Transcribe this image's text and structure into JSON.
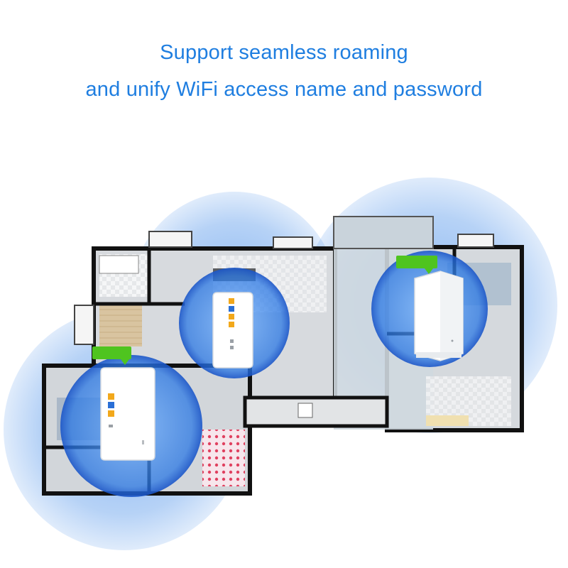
{
  "headline": {
    "line1": "Support seamless roaming",
    "line2": "and unify WiFi access name and password"
  },
  "colors": {
    "headline_text": "#1f7ee0",
    "coverage_bubble": "#2f7fe6",
    "coverage_core": "#1d5fd0",
    "wall": "#111111",
    "floor": "#cfd3d8",
    "router_body": "#ffffff",
    "status_tag": "#4fc41f",
    "port_yellow": "#f2a81b",
    "port_blue": "#2a6fd6"
  },
  "scene": {
    "routers": [
      {
        "name": "router-left",
        "status_tag": true
      },
      {
        "name": "router-center",
        "status_tag": false
      },
      {
        "name": "router-right",
        "status_tag": true
      }
    ]
  }
}
